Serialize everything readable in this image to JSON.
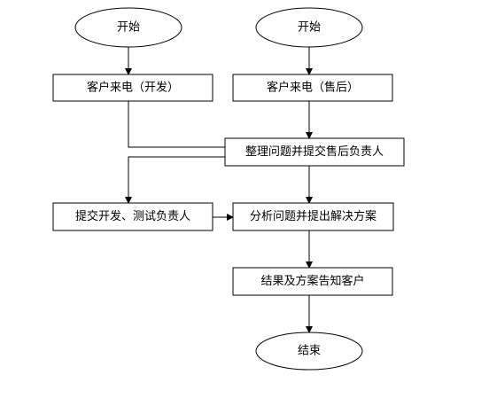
{
  "diagram": {
    "nodes": {
      "start_left": {
        "label": "开始"
      },
      "start_right": {
        "label": "开始"
      },
      "call_dev": {
        "label": "客户来电（开发）"
      },
      "call_service": {
        "label": "客户来电（售后）"
      },
      "organize": {
        "label": "整理问题并提交售后负责人"
      },
      "submit_dev": {
        "label": "提交开发、测试负责人"
      },
      "analyze": {
        "label": "分析问题并提出解决方案"
      },
      "inform": {
        "label": "结果及方案告知客户"
      },
      "end": {
        "label": "结束"
      }
    },
    "edges": [
      {
        "from": "start_left",
        "to": "call_dev"
      },
      {
        "from": "start_right",
        "to": "call_service"
      },
      {
        "from": "call_dev",
        "to": "organize"
      },
      {
        "from": "call_service",
        "to": "organize"
      },
      {
        "from": "organize",
        "to": "submit_dev"
      },
      {
        "from": "organize",
        "to": "analyze"
      },
      {
        "from": "submit_dev",
        "to": "analyze"
      },
      {
        "from": "analyze",
        "to": "inform"
      },
      {
        "from": "inform",
        "to": "end"
      }
    ],
    "colors": {
      "stroke": "#000000",
      "fill": "#ffffff",
      "text": "#000000"
    }
  }
}
